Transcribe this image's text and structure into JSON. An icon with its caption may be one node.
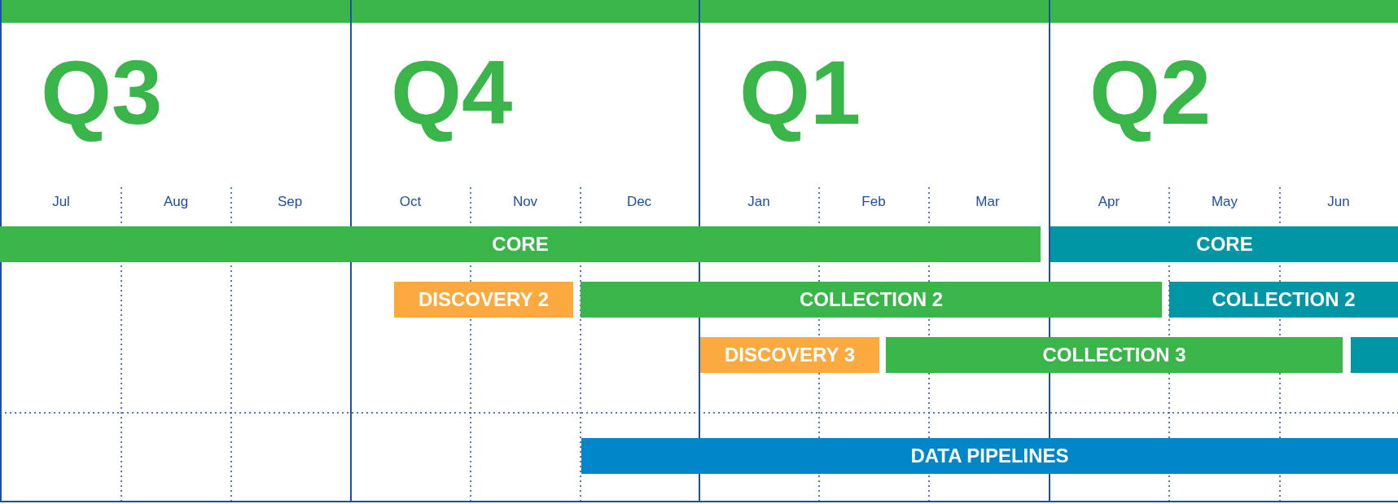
{
  "diagram": {
    "nodes": [
      {
        "text": [
          "Q3"
        ]
      },
      {
        "text": [
          "Q4"
        ]
      },
      {
        "text": [
          "Q1"
        ]
      },
      {
        "text": [
          "Q2"
        ]
      },
      {
        "text": [
          "CORE"
        ]
      },
      {
        "text": [
          "CORE"
        ],
        "in": 3
      },
      {
        "text": [
          "DISCOVERY 2"
        ],
        "in": 1
      },
      {
        "text": [
          "COLLECTION 2"
        ]
      },
      {
        "text": [
          "COLLECTION 2"
        ],
        "in": 3
      },
      {
        "text": [
          "DISCOVERY 3"
        ],
        "in": 2
      },
      {
        "text": [
          "COLLECTION 3"
        ]
      },
      {
        "text": [],
        "shape": "bar",
        "in": 3
      },
      {
        "text": [
          "DATA PIPELINES"
        ]
      }
    ],
    "labels": [
      "Jul",
      "Aug",
      "Sep",
      "Oct",
      "Nov",
      "Dec",
      "Jan",
      "Feb",
      "Mar",
      "Apr",
      "May",
      "Jun"
    ]
  }
}
